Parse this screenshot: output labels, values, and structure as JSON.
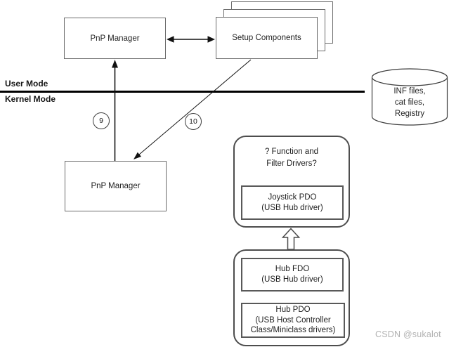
{
  "labels": {
    "user_mode": "User Mode",
    "kernel_mode": "Kernel Mode"
  },
  "boxes": {
    "pnp_manager_top": "PnP Manager",
    "setup_components": "Setup Components",
    "pnp_manager_bottom": "PnP Manager"
  },
  "steps": {
    "nine": "9",
    "ten": "10"
  },
  "datastore": {
    "line1": "INF files,",
    "line2": "cat files,",
    "line3": "Registry"
  },
  "joystick_node": {
    "question_line1": "? Function and",
    "question_line2": "Filter Drivers?",
    "pdo_line1": "Joystick PDO",
    "pdo_line2": "(USB Hub driver)"
  },
  "hub_node": {
    "fdo_line1": "Hub FDO",
    "fdo_line2": "(USB Hub driver)",
    "pdo_line1": "Hub PDO",
    "pdo_line2": "(USB Host Controller",
    "pdo_line3": "Class/Miniclass drivers)"
  },
  "watermark": "CSDN @sukalot",
  "colors": {
    "background": "#ffffff",
    "line": "#000000",
    "box_border": "#6b6b6b",
    "container_border": "#4d4d4d",
    "text": "#1f1f1f",
    "watermark": "#b2b2b2"
  }
}
